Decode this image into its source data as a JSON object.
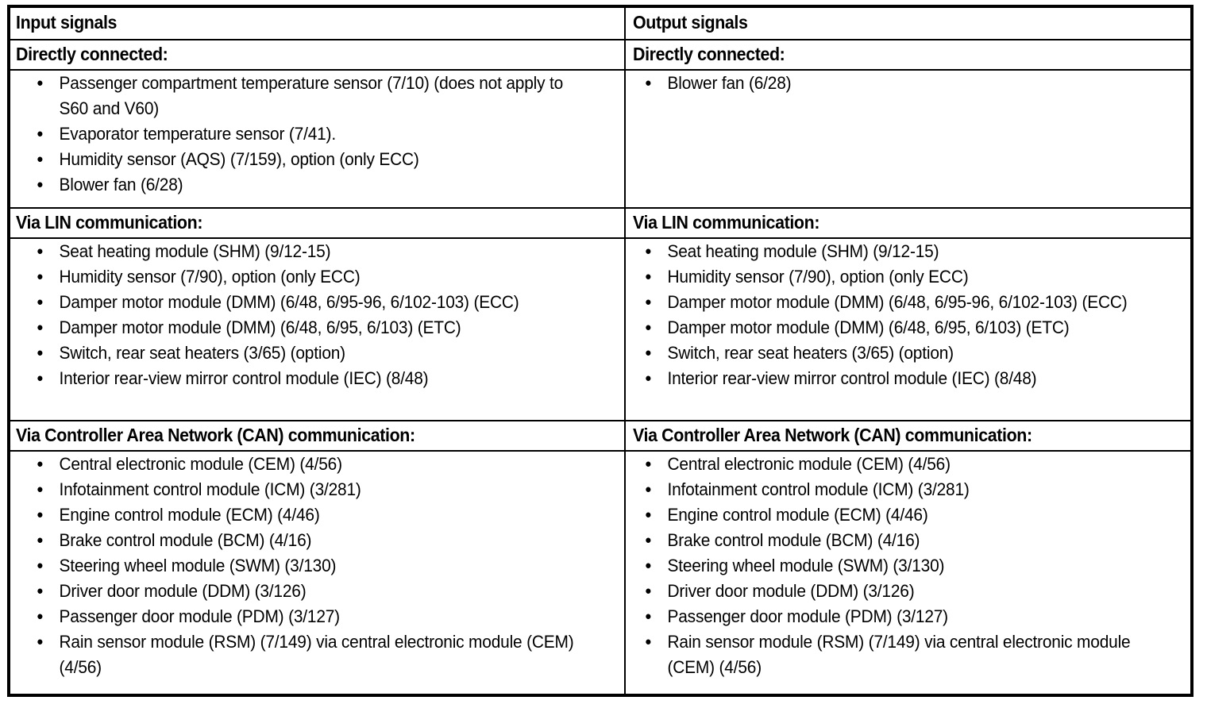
{
  "table": {
    "columns": [
      {
        "header": "Input signals"
      },
      {
        "header": "Output signals"
      }
    ],
    "sections": [
      {
        "id": "directly-connected",
        "header_left": "Directly connected:",
        "header_right": "Directly connected:",
        "items_left": [
          "Passenger compartment temperature sensor (7/10) (does not apply to S60 and V60)",
          "Evaporator temperature sensor (7/41).",
          "Humidity sensor (AQS) (7/159), option (only ECC)",
          "Blower fan (6/28)"
        ],
        "items_right": [
          "Blower fan (6/28)"
        ]
      },
      {
        "id": "lin-communication",
        "header_left": "Via LIN communication:",
        "header_right": "Via LIN communication:",
        "items_left": [
          "Seat heating module (SHM) (9/12-15)",
          "Humidity sensor (7/90), option (only ECC)",
          "Damper motor module (DMM) (6/48, 6/95-96, 6/102-103) (ECC)",
          "Damper motor module (DMM) (6/48, 6/95, 6/103) (ETC)",
          "Switch, rear seat heaters (3/65) (option)",
          "Interior rear-view mirror control module (IEC) (8/48)"
        ],
        "items_right": [
          "Seat heating module (SHM) (9/12-15)",
          "Humidity sensor (7/90), option (only ECC)",
          "Damper motor module (DMM) (6/48, 6/95-96, 6/102-103) (ECC)",
          "Damper motor module (DMM) (6/48, 6/95, 6/103) (ETC)",
          "Switch, rear seat heaters (3/65) (option)",
          "Interior rear-view mirror control module (IEC) (8/48)"
        ]
      },
      {
        "id": "can-communication",
        "header_left": "Via Controller Area Network (CAN) communication:",
        "header_right": "Via Controller Area Network (CAN) communication:",
        "items_left": [
          "Central electronic module (CEM) (4/56)",
          "Infotainment control module (ICM) (3/281)",
          "Engine control module (ECM) (4/46)",
          "Brake control module (BCM) (4/16)",
          "Steering wheel module (SWM) (3/130)",
          "Driver door module (DDM) (3/126)",
          "Passenger door module (PDM) (3/127)",
          "Rain sensor module (RSM) (7/149) via central electronic module (CEM) (4/56)"
        ],
        "items_right": [
          "Central electronic module (CEM) (4/56)",
          "Infotainment control module (ICM) (3/281)",
          "Engine control module (ECM) (4/46)",
          "Brake control module (BCM) (4/16)",
          "Steering wheel module (SWM) (3/130)",
          "Driver door module (DDM) (3/126)",
          "Passenger door module (PDM) (3/127)",
          "Rain sensor module (RSM) (7/149) via central electronic module (CEM) (4/56)"
        ]
      }
    ]
  },
  "colors": {
    "border": "#000000",
    "text": "#000000",
    "background": "#ffffff"
  }
}
